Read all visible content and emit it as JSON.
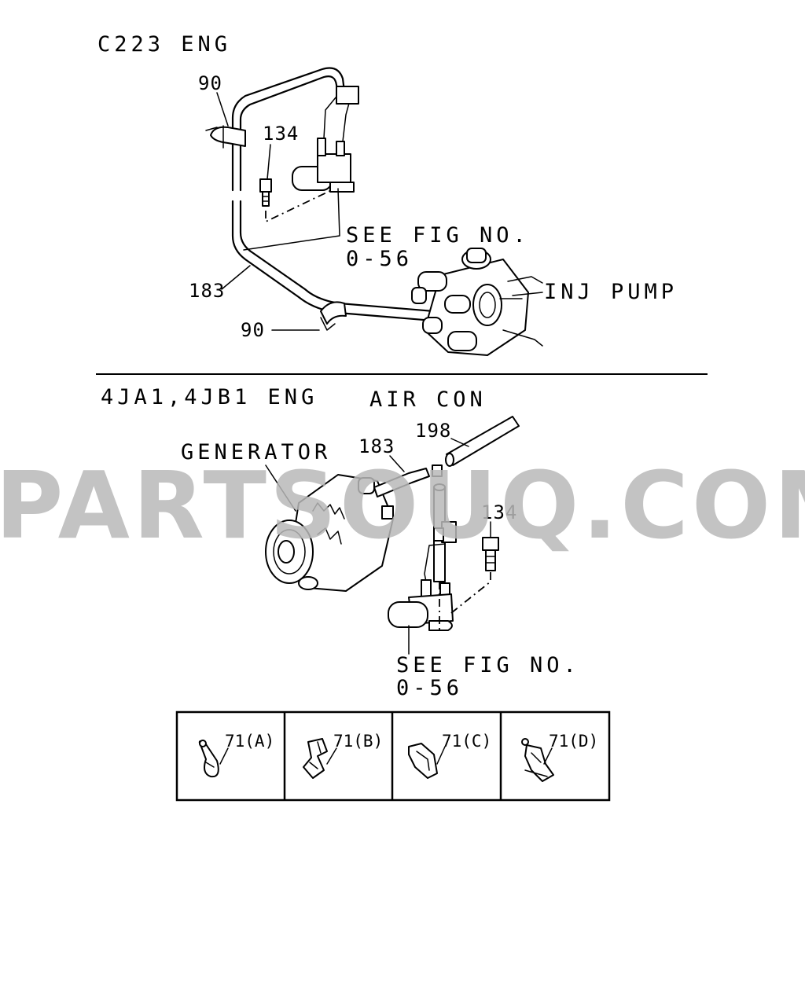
{
  "sections": {
    "top": {
      "heading": "C223 ENG",
      "callouts": {
        "clip_upper": "90",
        "bolt": "134",
        "hose": "183",
        "clip_lower": "90"
      },
      "see_fig_line1": "SEE FIG NO.",
      "see_fig_line2": "0-56",
      "inj_pump": "INJ PUMP"
    },
    "bottom": {
      "heading": "4JA1,4JB1 ENG",
      "subheading": "AIR CON",
      "generator": "GENERATOR",
      "callouts": {
        "hose": "183",
        "pipe": "198",
        "bolt": "134"
      },
      "see_fig_line1": "SEE FIG NO.",
      "see_fig_line2": "0-56"
    }
  },
  "clip_table": [
    {
      "label": "71(A)"
    },
    {
      "label": "71(B)"
    },
    {
      "label": "71(C)"
    },
    {
      "label": "71(D)"
    }
  ],
  "watermark": "PARTSOUQ.COM"
}
